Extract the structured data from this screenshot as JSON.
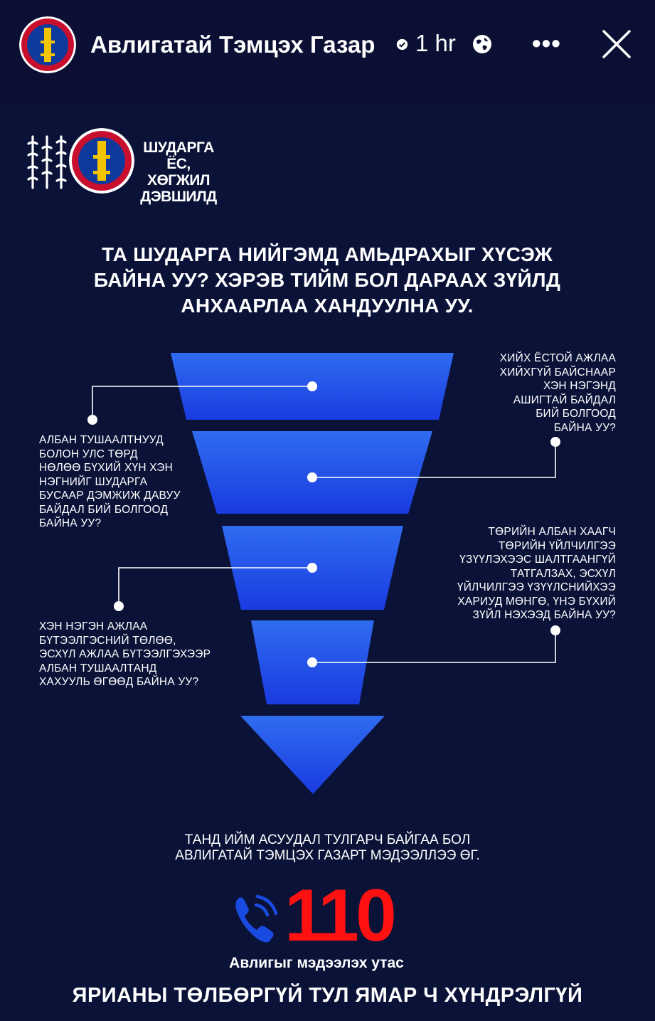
{
  "story": {
    "progress": 0.77
  },
  "header": {
    "page_name": "Авлигатай Тэмцэх Газар",
    "time": "1 hr",
    "more": "•••"
  },
  "post": {
    "slogan_lines": [
      "ШУДАРГА ЁС,",
      "ХӨГЖИЛ",
      "ДЭВШИЛД"
    ],
    "headline_lines": [
      "ТА ШУДАРГА НИЙГЭМД АМЬДРАХЫГ ХҮСЭЖ",
      "БАЙНА УУ? ХЭРЭВ ТИЙМ БОЛ ДАРААХ ЗҮЙЛД",
      "АНХААРЛАА ХАНДУУЛНА УУ."
    ],
    "questions": [
      [
        "ХИЙХ ЁСТОЙ АЖЛАА",
        "ХИЙХГҮЙ БАЙСНААР",
        "ХЭН НЭГЭНД",
        "АШИГТАЙ БАЙДАЛ",
        "БИЙ БОЛГООД",
        "БАЙНА УУ?"
      ],
      [
        "АЛБАН ТУШААЛТНУУД",
        "БОЛОН УЛС ТӨРД",
        "НӨЛӨӨ БҮХИЙ ХҮН ХЭН",
        "НЭГНИЙГ ШУДАРГА",
        "БУСААР ДЭМЖИЖ ДАВУУ",
        "БАЙДАЛ БИЙ БОЛГООД",
        "БАЙНА УУ?"
      ],
      [
        "ТӨРИЙН АЛБАН ХААГЧ",
        "ТӨРИЙН ҮЙЛЧИЛГЭЭ",
        "ҮЗҮҮЛЭХЭЭС ШАЛТГААНГҮЙ",
        "ТАТГАЛЗАХ, ЭСХҮЛ",
        "ҮЙЛЧИЛГЭЭ ҮЗҮҮЛСНИЙХЭЭ",
        "ХАРИУД МӨНГӨ, ҮНЭ БҮХИЙ",
        "ЗҮЙЛ НЭХЭЭД БАЙНА УУ?"
      ],
      [
        "ХЭН НЭГЭН АЖЛАА",
        "БҮТЭЭЛГЭСНИЙ ТӨЛӨӨ,",
        "ЭСХҮЛ АЖЛАА БҮТЭЭЛГЭХЭЭР",
        "АЛБАН ТУШААЛТАНД",
        "ХАХУУЛЬ ӨГӨӨД БАЙНА УУ?"
      ]
    ],
    "footer_lines": [
      "ТАНД ИЙМ АСУУДАЛ ТУЛГАРЧ БАЙГАА БОЛ",
      "АВЛИГАТАЙ ТЭМЦЭХ ГАЗАРТ МЭДЭЭЛЛЭЭ ӨГ."
    ],
    "hotline_number": "110",
    "hotline_label": "Авлигыг мэдээлэх утас",
    "bottom_text": "ЯРИАНЫ ТӨЛБӨРГҮЙ ТУЛ ЯМАР Ч ХҮНДРЭЛГҮЙ"
  },
  "colors": {
    "background": "#0a0f33",
    "funnel_light": "#2f6cf0",
    "funnel_dark": "#1a3be0",
    "hotline_red": "#ff1111",
    "phone_blue": "#1a4be0"
  }
}
